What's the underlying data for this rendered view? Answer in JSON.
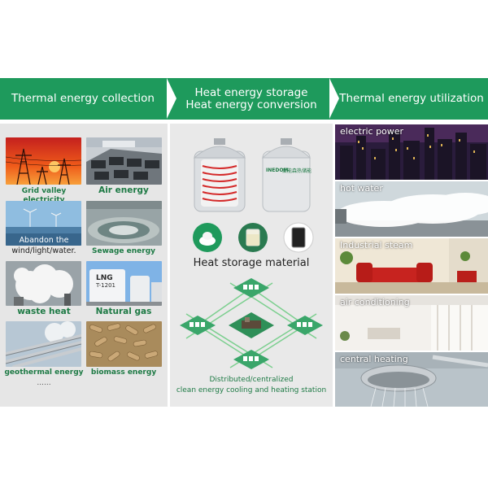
{
  "header": {
    "collection": "Thermal energy collection",
    "storage_line1": "Heat energy storage",
    "storage_line2": "Heat energy conversion",
    "utilization": "Thermal energy utilization"
  },
  "sources": {
    "grid_valley": "Grid valley electricity",
    "air_energy": "Air energy",
    "abandon_line1": "Abandon the",
    "abandon_line2": "wind/light/water.",
    "sewage": "Sewage energy",
    "waste_heat": "waste heat",
    "natural_gas": "Natural gas",
    "geothermal": "geothermal energy",
    "biomass": "biomass energy",
    "ellipsis": "......",
    "lng_sign": "LNG",
    "lng_tank_id": "T-1201"
  },
  "storage": {
    "material_label": "Heat storage material",
    "station_line1": "Distributed/centralized",
    "station_line2": "clean energy cooling and heating station",
    "tank_brand": "INEDOM",
    "tank_cn": "爱能森热储能"
  },
  "utilization": {
    "electric_power": "electric power",
    "hot_water": "hot water",
    "industrial_steam": "Industrial steam",
    "air_conditioning": "air conditioning",
    "central_heating": "central heating"
  },
  "colors": {
    "brand_green": "#1e9a5c",
    "caption_green": "#1e7a45",
    "panel_grey": "#e6e6e6"
  }
}
